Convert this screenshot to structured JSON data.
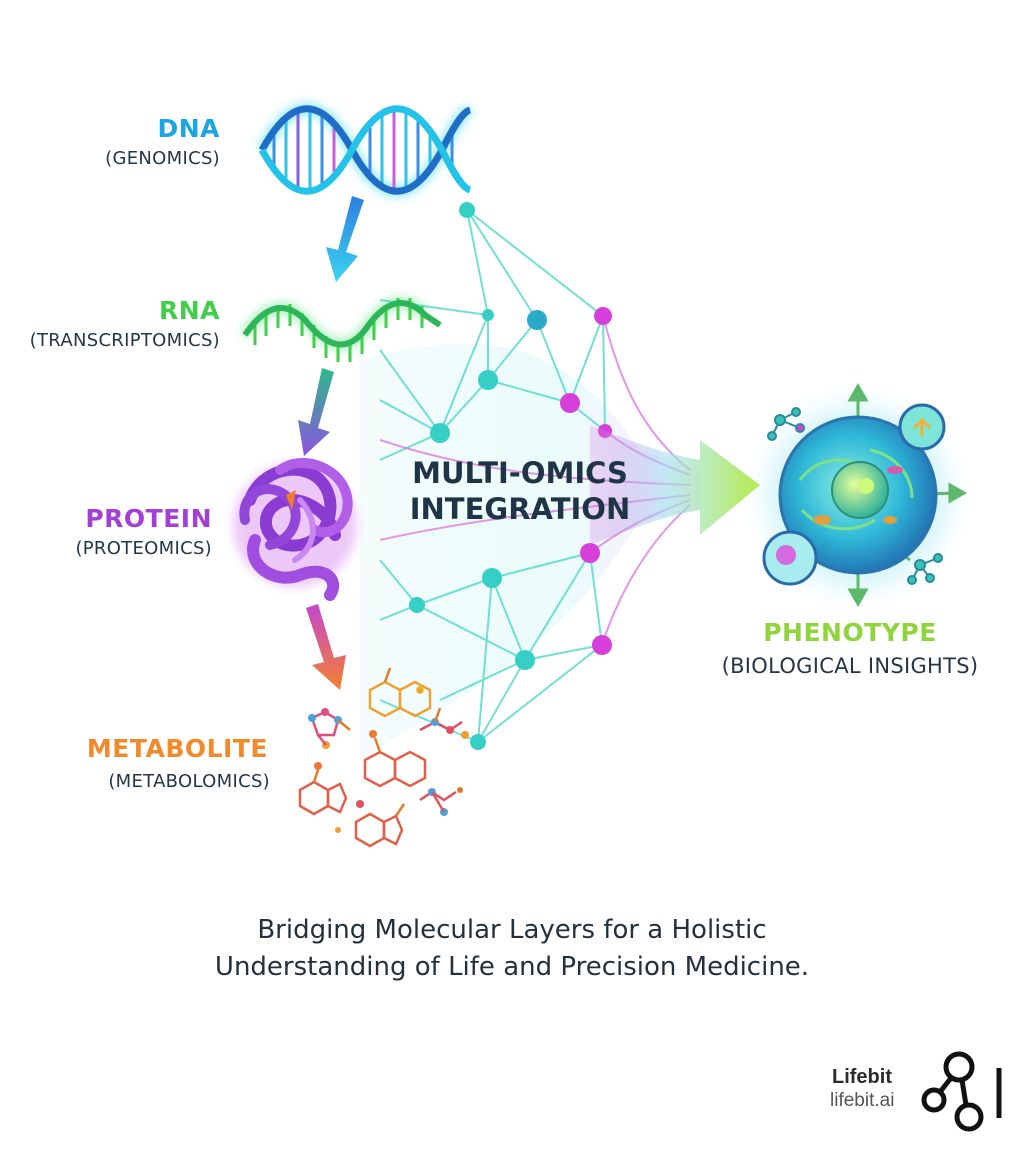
{
  "layers": {
    "dna": {
      "title": "DNA",
      "subtitle": "(GENOMICS)"
    },
    "rna": {
      "title": "RNA",
      "subtitle": "(TRANSCRIPTOMICS)"
    },
    "protein": {
      "title": "PROTEIN",
      "subtitle": "(PROTEOMICS)"
    },
    "metabolite": {
      "title": "METABOLITE",
      "subtitle": "(METABOLOMICS)"
    }
  },
  "integration": {
    "line1": "MULTI-OMICS",
    "line2": "INTEGRATION"
  },
  "phenotype": {
    "title": "PHENOTYPE",
    "subtitle": "(BIOLOGICAL INSIGHTS)"
  },
  "caption": {
    "line1": "Bridging Molecular Layers for a Holistic",
    "line2": "Understanding of Life and Precision Medicine."
  },
  "brand": {
    "name": "Lifebit",
    "url": "lifebit.ai"
  },
  "colors": {
    "dna": "#1aa6e6",
    "rna": "#3fcf4a",
    "protein": "#a23fd6",
    "metabolite": "#f08a2a",
    "phenotype": "#8fd43a",
    "network_node": "#27c9c0",
    "network_node_magenta": "#d63fd9"
  },
  "icons": [
    "dna-helix-icon",
    "rna-strand-icon",
    "protein-fold-icon",
    "metabolite-molecules-icon",
    "network-icon",
    "cell-icon",
    "lifebit-logo-icon"
  ]
}
